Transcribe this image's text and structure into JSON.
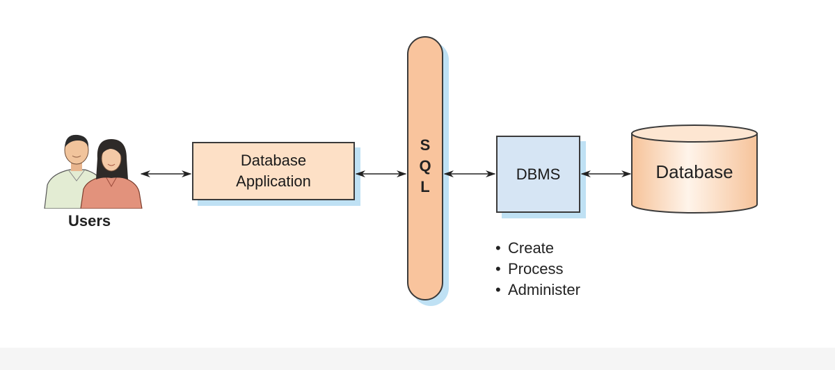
{
  "diagram": {
    "users_label": "Users",
    "application_lines": [
      "Database",
      "Application"
    ],
    "sql_letters": [
      "S",
      "Q",
      "L"
    ],
    "dbms_label": "DBMS",
    "database_label": "Database",
    "dbms_functions": [
      "Create",
      "Process",
      "Administer"
    ]
  },
  "colors": {
    "application_fill": "#fde0c6",
    "sql_fill": "#f9c49d",
    "dbms_fill": "#d6e5f4",
    "database_fill": "#fde6d2",
    "shadow": "#bfe1f4",
    "outline": "#3a3a3a"
  },
  "icons": {
    "users": "two-people-icon",
    "connector": "double-headed-arrow-icon"
  }
}
